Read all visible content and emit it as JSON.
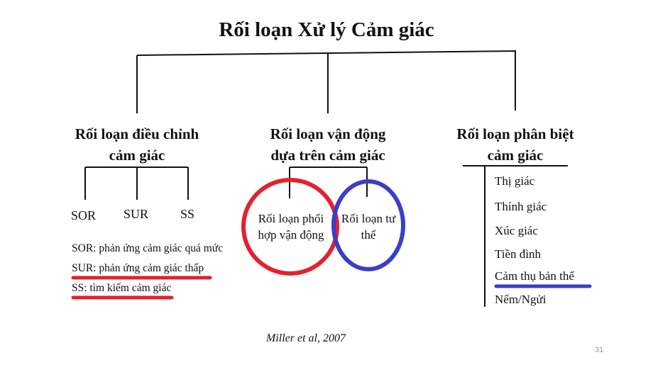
{
  "title": "Rối loạn Xử lý Cảm giác",
  "branches": {
    "modulation": {
      "heading": [
        "Rối loạn điều chỉnh",
        "cảm giác"
      ],
      "subtypes": [
        "SOR",
        "SUR",
        "SS"
      ],
      "definitions": [
        "SOR: phản ứng cảm giác quá mức",
        "SUR: phản ứng cảm giác thấp",
        "SS: tìm kiếm cảm giác"
      ]
    },
    "motor": {
      "heading": [
        "Rối loạn vận động",
        "dựa trên cảm giác"
      ],
      "subtypes": [
        [
          "Rối loạn phối",
          "hợp vận động"
        ],
        [
          "Rối loạn tư",
          "thế"
        ]
      ]
    },
    "discrimination": {
      "heading": [
        "Rối loạn phân biệt",
        "cảm giác"
      ],
      "items": [
        "Thị giác",
        "Thính giác",
        "Xúc giác",
        "Tiền đình",
        "Cảm thụ bản thể",
        "Nếm/Ngửi"
      ]
    }
  },
  "citation": "Miller et al, 2007",
  "page_number": "31",
  "colors": {
    "red": "#e5202e",
    "blue": "#3a3fc4"
  }
}
